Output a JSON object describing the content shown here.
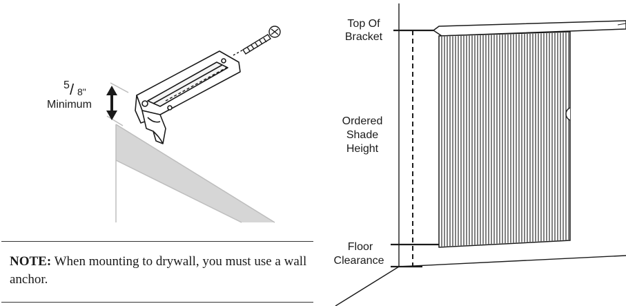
{
  "bracket_detail": {
    "fraction_numerator": "5",
    "fraction_slash": "/",
    "fraction_denominator": "8\"",
    "minimum_label": "Minimum"
  },
  "note": {
    "label": "NOTE:",
    "text": "When mounting to drywall, you must use a wall anchor."
  },
  "measurements": {
    "top_label_line1": "Top Of",
    "top_label_line2": "Bracket",
    "height_line1": "Ordered",
    "height_line2": "Shade",
    "height_line3": "Height",
    "floor_line1": "Floor",
    "floor_line2": "Clearance"
  },
  "colors": {
    "ink": "#1a1a1a",
    "shade_fill": "#d6d6d6",
    "frame_gray": "#cfcfcf"
  },
  "icons": [
    "mounting-bracket-icon",
    "screw-icon",
    "double-arrow-icon",
    "pleated-shade-icon"
  ]
}
